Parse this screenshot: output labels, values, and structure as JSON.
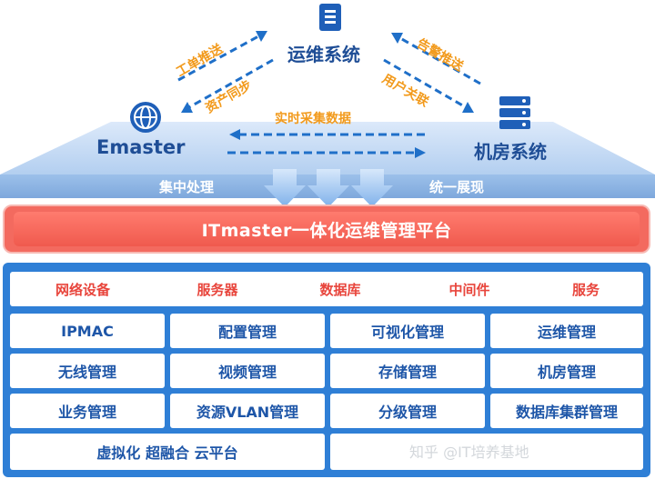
{
  "nodes": {
    "ops_system": "运维系统",
    "emaster": "Emaster",
    "machine_room": "机房系统"
  },
  "flows": {
    "work_order_push": "工单推送",
    "asset_sync": "资产同步",
    "alarm_push": "告警推送",
    "user_link": "用户关联",
    "realtime_collect": "实时采集数据"
  },
  "platform_sides": {
    "left": "集中处理",
    "right": "统一展现"
  },
  "banner_title": "ITmaster一体化运维管理平台",
  "categories": [
    "网络设备",
    "服务器",
    "数据库",
    "中间件",
    "服务"
  ],
  "modules": {
    "row1": [
      "IPMAC",
      "配置管理",
      "可视化管理",
      "运维管理"
    ],
    "row2": [
      "无线管理",
      "视频管理",
      "存储管理",
      "机房管理"
    ],
    "row3": [
      "业务管理",
      "资源VLAN管理",
      "分级管理",
      "数据库集群管理"
    ],
    "row4_left": "虚拟化 超融合 云平台"
  },
  "watermark": "知乎 @IT培养基地",
  "colors": {
    "platform_top": "#c8dcf6",
    "platform_side": "#8fb4e3",
    "banner": "#f36a5f",
    "grid": "#2f7fd6",
    "module_text": "#1e56a8",
    "category_text": "#e8453c",
    "flow_text": "#f29a1c",
    "arrow": "#1f6fc8"
  },
  "icons": [
    "document-icon",
    "globe-icon",
    "server-stack-icon",
    "arrow-down-icon"
  ]
}
